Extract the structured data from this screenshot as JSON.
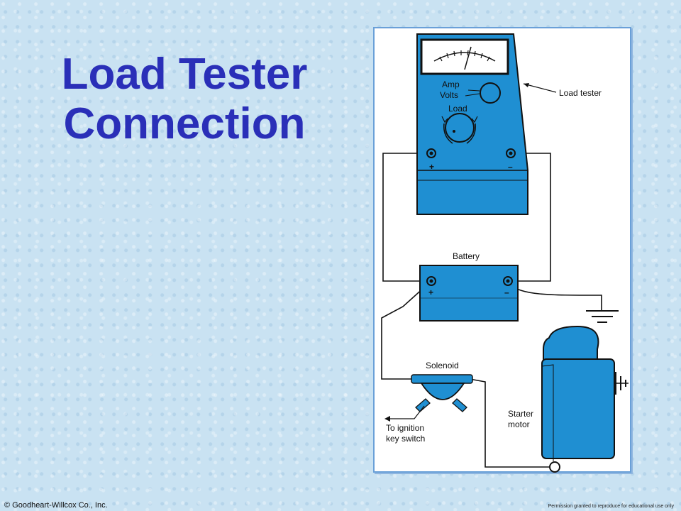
{
  "slide": {
    "title_line1": "Load Tester",
    "title_line2": "Connection",
    "accent_color": "#2a2fb8",
    "component_color": "#1f8fd2"
  },
  "diagram": {
    "meter_labels": {
      "amp": "Amp",
      "volts": "Volts",
      "load": "Load",
      "plus": "+",
      "minus": "–"
    },
    "callouts": {
      "load_tester": "Load tester",
      "battery": "Battery",
      "solenoid": "Solenoid",
      "ignition_line1": "To ignition",
      "ignition_line2": "key switch",
      "starter_line1": "Starter",
      "starter_line2": "motor"
    },
    "battery_terminals": {
      "plus": "+",
      "minus": "–"
    }
  },
  "footer": {
    "copyright": "© Goodheart-Willcox Co., Inc.",
    "permission": "Permission granted to reproduce for educational use only"
  }
}
